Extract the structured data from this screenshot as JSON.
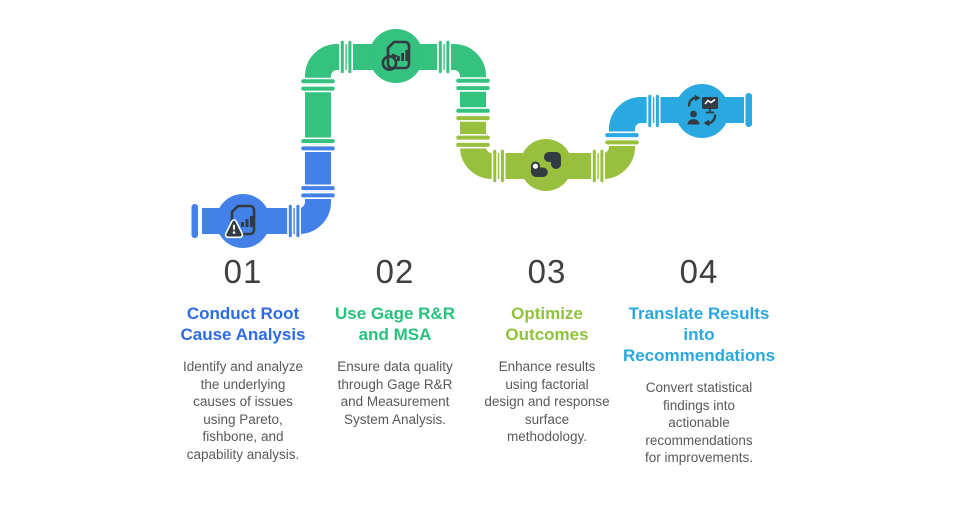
{
  "palette": {
    "step1_blue": "#4381e8",
    "step2_green": "#35c17e",
    "step3_lime": "#98bf3d",
    "step4_cyan": "#2aa9e0",
    "title1_blue": "#2d6be6",
    "title2_green": "#26c27c",
    "title3_lime": "#90c33d",
    "title4_cyan": "#29a8e0",
    "number_gray": "#3f3f3f",
    "description_gray": "#58595b",
    "icon_dark": "#323a42",
    "background": "#ffffff"
  },
  "steps": [
    {
      "number": "01",
      "color": "#4381e8",
      "icon": "report-alert-icon",
      "title": "Conduct Root\nCause Analysis",
      "description": "Identify and analyze\nthe underlying\ncauses of issues\nusing Pareto,\nfishbone, and\ncapability analysis."
    },
    {
      "number": "02",
      "color": "#35c17e",
      "icon": "report-refresh-icon",
      "title": "Use Gage R&R\nand MSA",
      "description": "Ensure data quality\nthrough Gage R&R\nand Measurement\nSystem Analysis."
    },
    {
      "number": "03",
      "color": "#98bf3d",
      "icon": "optimization-icon",
      "title": "Optimize\nOutcomes",
      "description": "Enhance results\nusing factorial\ndesign and response\nsurface\nmethodology."
    },
    {
      "number": "04",
      "color": "#2aa9e0",
      "icon": "presentation-exchange-icon",
      "title": "Translate Results\ninto\nRecommendations",
      "description": "Convert statistical\nfindings into\nactionable\nrecommendations\nfor improvements."
    }
  ]
}
